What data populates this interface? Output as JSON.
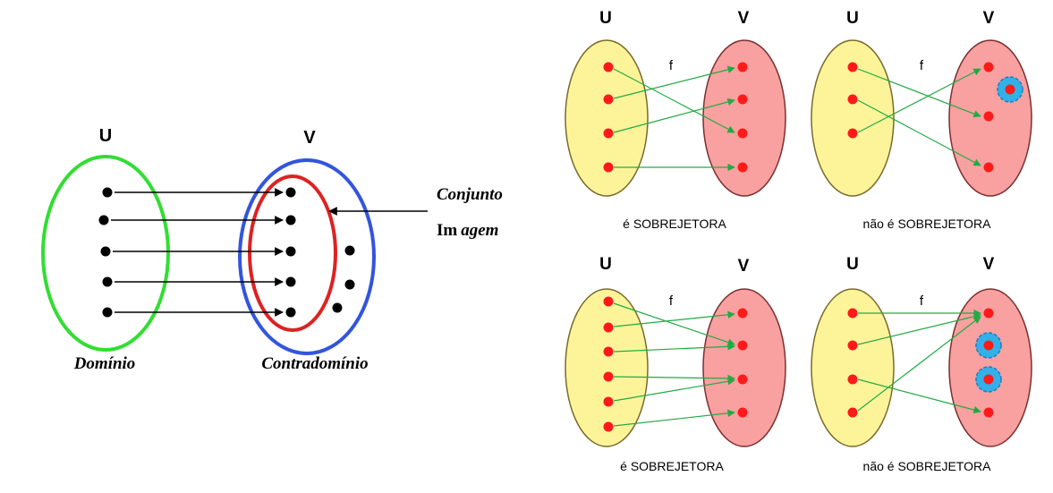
{
  "main": {
    "u": "U",
    "v": "V",
    "domain": "Domínio",
    "codomain": "Contradomínio",
    "image_line1": "Conjunto",
    "image_line2_plain": "Im",
    "image_line2_italic": "agem"
  },
  "panels": [
    {
      "u": "U",
      "v": "V",
      "f": "f",
      "caption": "é SOBREJETORA"
    },
    {
      "u": "U",
      "v": "V",
      "f": "f",
      "caption": "não é SOBREJETORA"
    },
    {
      "u": "U",
      "v": "V",
      "f": "f",
      "caption": "é SOBREJETORA"
    },
    {
      "u": "U",
      "v": "V",
      "f": "f",
      "caption": "não é SOBREJETORA"
    }
  ],
  "colors": {
    "domain_outline": "#33dd33",
    "codomain_outline": "#3355dd",
    "image_outline": "#dd2222",
    "u_fill": "#fdf49a",
    "v_fill": "#f9a0a0",
    "red_point": "#ff1a1a",
    "arrow_green": "#22aa44",
    "unmapped_halo": "#33b0e8"
  }
}
